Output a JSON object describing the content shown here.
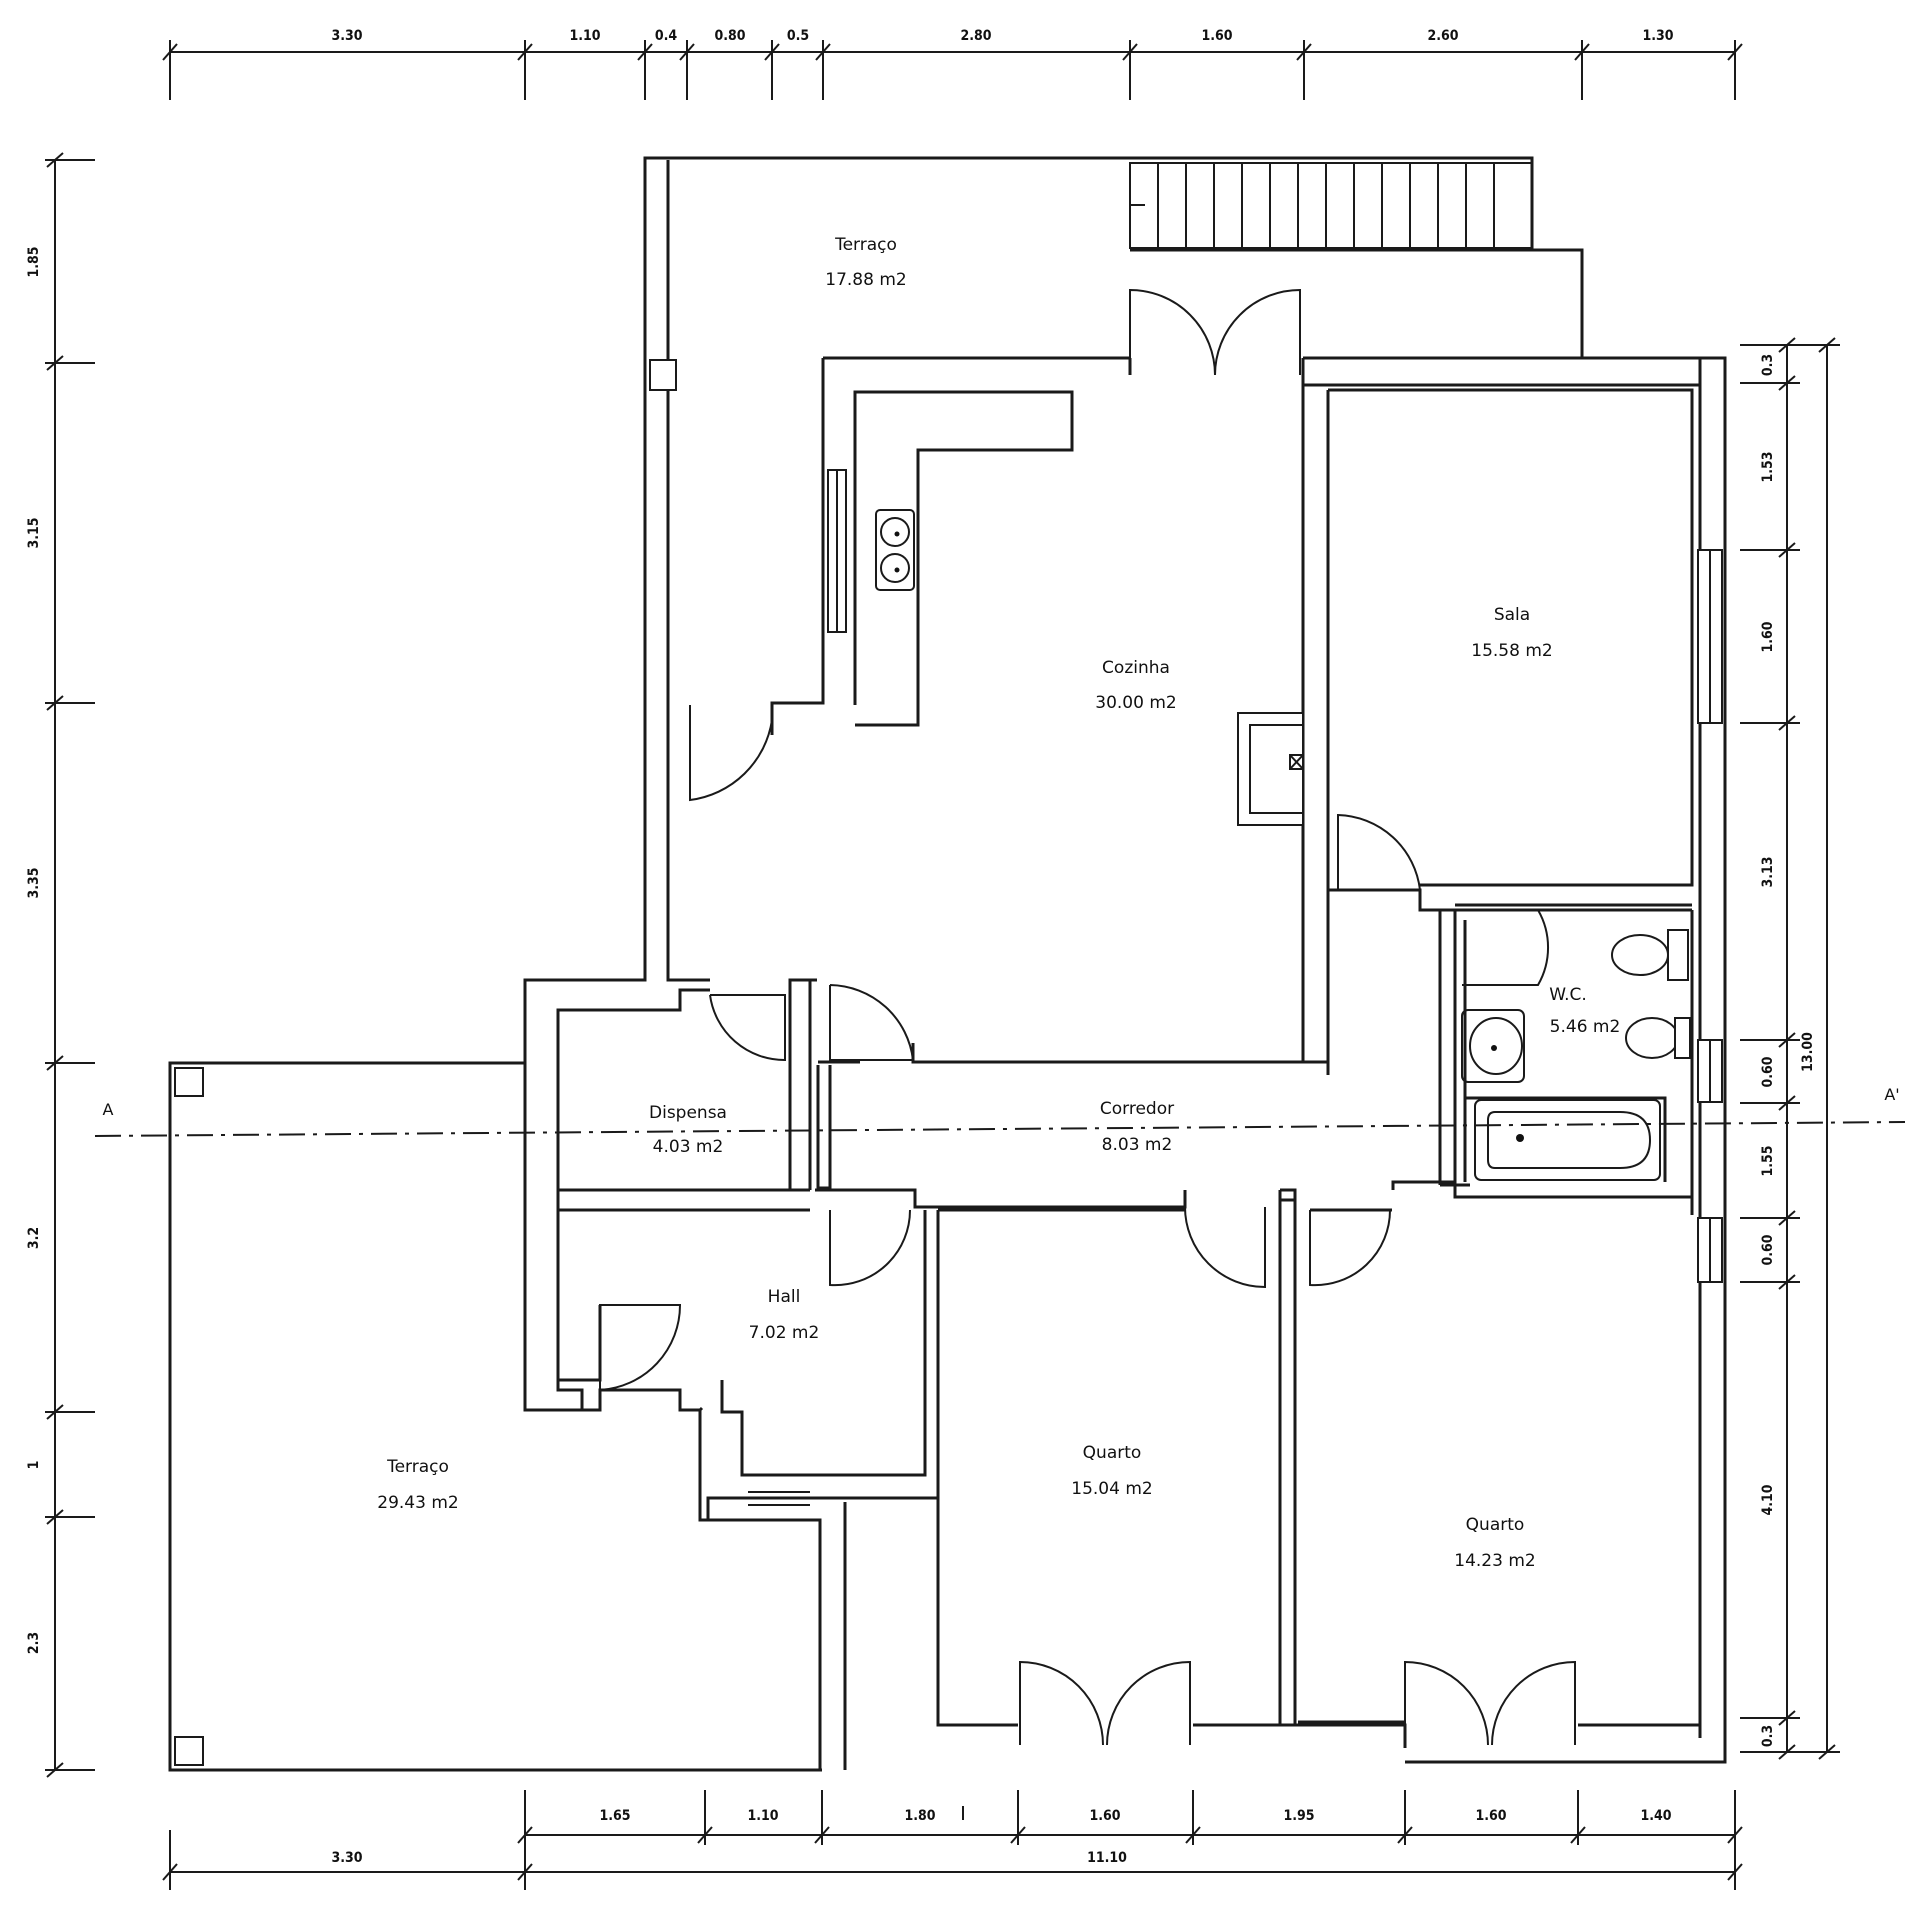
{
  "rooms": [
    {
      "name": "Terraço",
      "area": "17.88 m2"
    },
    {
      "name": "Cozinha",
      "area": "30.00 m2"
    },
    {
      "name": "Sala",
      "area": "15.58 m2"
    },
    {
      "name": "W.C.",
      "area": "5.46 m2"
    },
    {
      "name": "Dispensa",
      "area": "4.03 m2"
    },
    {
      "name": "Corredor",
      "area": "8.03 m2"
    },
    {
      "name": "Hall",
      "area": "7.02 m2"
    },
    {
      "name": "Terraço",
      "area": "29.43 m2"
    },
    {
      "name": "Quarto",
      "area": "15.04 m2"
    },
    {
      "name": "Quarto",
      "area": "14.23 m2"
    }
  ],
  "dims_top": [
    "3.30",
    "1.10",
    "0.4",
    "0.80",
    "0.5",
    "2.80",
    "1.60",
    "2.60",
    "1.30"
  ],
  "dims_left": [
    "1.85",
    "3.15",
    "3.35",
    "3.2",
    "1",
    "2.3"
  ],
  "dims_right": [
    "0.3",
    "1.53",
    "1.60",
    "3.13",
    "0.60",
    "1.55",
    "0.60",
    "4.10",
    "0.3"
  ],
  "dim_right_total": "13.00",
  "dims_bottom": [
    "1.65",
    "1.10",
    "1.80",
    "1.60",
    "1.95",
    "1.60",
    "1.40"
  ],
  "dims_bottom_total": [
    "3.30",
    "11.10"
  ],
  "section_labels": [
    "A",
    "A'"
  ]
}
